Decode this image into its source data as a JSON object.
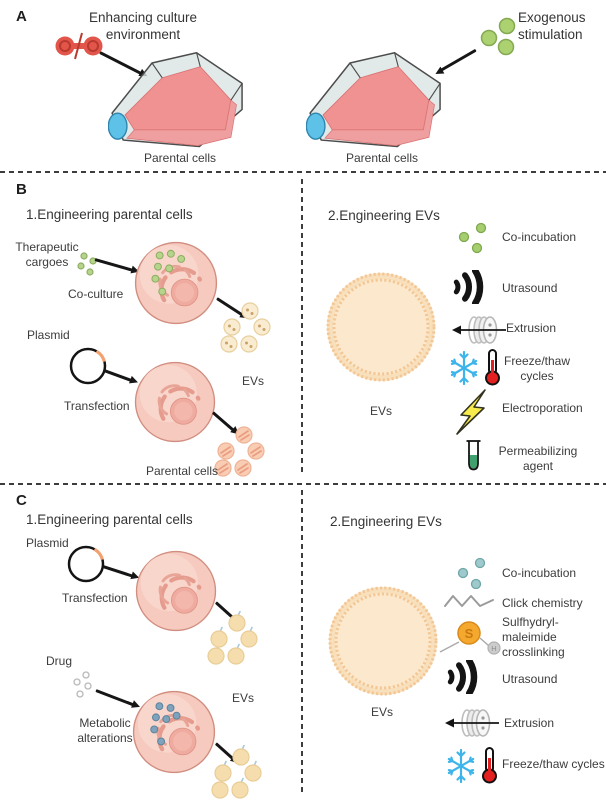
{
  "panelA": {
    "tag": "A",
    "left": {
      "caption": "Enhancing culture environment",
      "flask_label": "Parental cells",
      "icon": "dumbbell-icon"
    },
    "right": {
      "caption": "Exogenous stimulation",
      "flask_label": "Parental cells",
      "icon": "green-particles-icon"
    }
  },
  "panelB": {
    "tag": "B",
    "left": {
      "title": "1.Engineering parental cells",
      "therapeutic_cargoes": "Therapeutic cargoes",
      "co_culture": "Co-culture",
      "plasmid": "Plasmid",
      "transfection": "Transfection",
      "evs": "EVs",
      "parental_cells": "Parental cells"
    },
    "right": {
      "title": "2.Engineering EVs",
      "ev_label": "EVs",
      "methods": [
        {
          "label": "Co-incubation",
          "icon": "green-dots-icon"
        },
        {
          "label": "Utrasound",
          "icon": "ultrasound-wave-icon"
        },
        {
          "label": "Extrusion",
          "icon": "extruder-icon"
        },
        {
          "label": "Freeze/thaw cycles",
          "icon": "snowflake-thermometer-icon"
        },
        {
          "label": "Electroporation",
          "icon": "lightning-bolt-icon"
        },
        {
          "label": "Permeabilizing agent",
          "icon": "test-tube-icon"
        }
      ]
    }
  },
  "panelC": {
    "tag": "C",
    "left": {
      "title": "1.Engineering parental cells",
      "plasmid": "Plasmid",
      "transfection": "Transfection",
      "drug": "Drug",
      "metabolic_alterations": "Metabolic alterations",
      "evs": "EVs"
    },
    "right": {
      "title": "2.Engineering EVs",
      "ev_label": "EVs",
      "sulfhydryl_atoms": {
        "s": "S",
        "h": "H"
      },
      "methods": [
        {
          "label": "Co-incubation",
          "icon": "teal-dots-icon"
        },
        {
          "label": "Click chemistry",
          "icon": "zigzag-icon"
        },
        {
          "label": "Sulfhydryl-maleimide crosslinking",
          "icon": "sulfhydryl-maleimide-icon"
        },
        {
          "label": "Utrasound",
          "icon": "ultrasound-wave-icon"
        },
        {
          "label": "Extrusion",
          "icon": "extruder-icon"
        },
        {
          "label": "Freeze/thaw cycles",
          "icon": "snowflake-thermometer-icon"
        }
      ]
    }
  },
  "colors": {
    "media_pink": "#f19292",
    "cap_blue": "#5ec1e8",
    "cell_pink": "#f6cabf",
    "cargo_green": "#a6ce6e",
    "ev_peach": "#fce9cd",
    "snowflake_blue": "#3eb5ea",
    "thermometer_red": "#e31f1f",
    "lightning_yellow": "#f8ec4d",
    "tube_green": "#3fa26e",
    "sulfur_orange": "#f5a82e",
    "dumbbell_red": "#e2554a"
  }
}
